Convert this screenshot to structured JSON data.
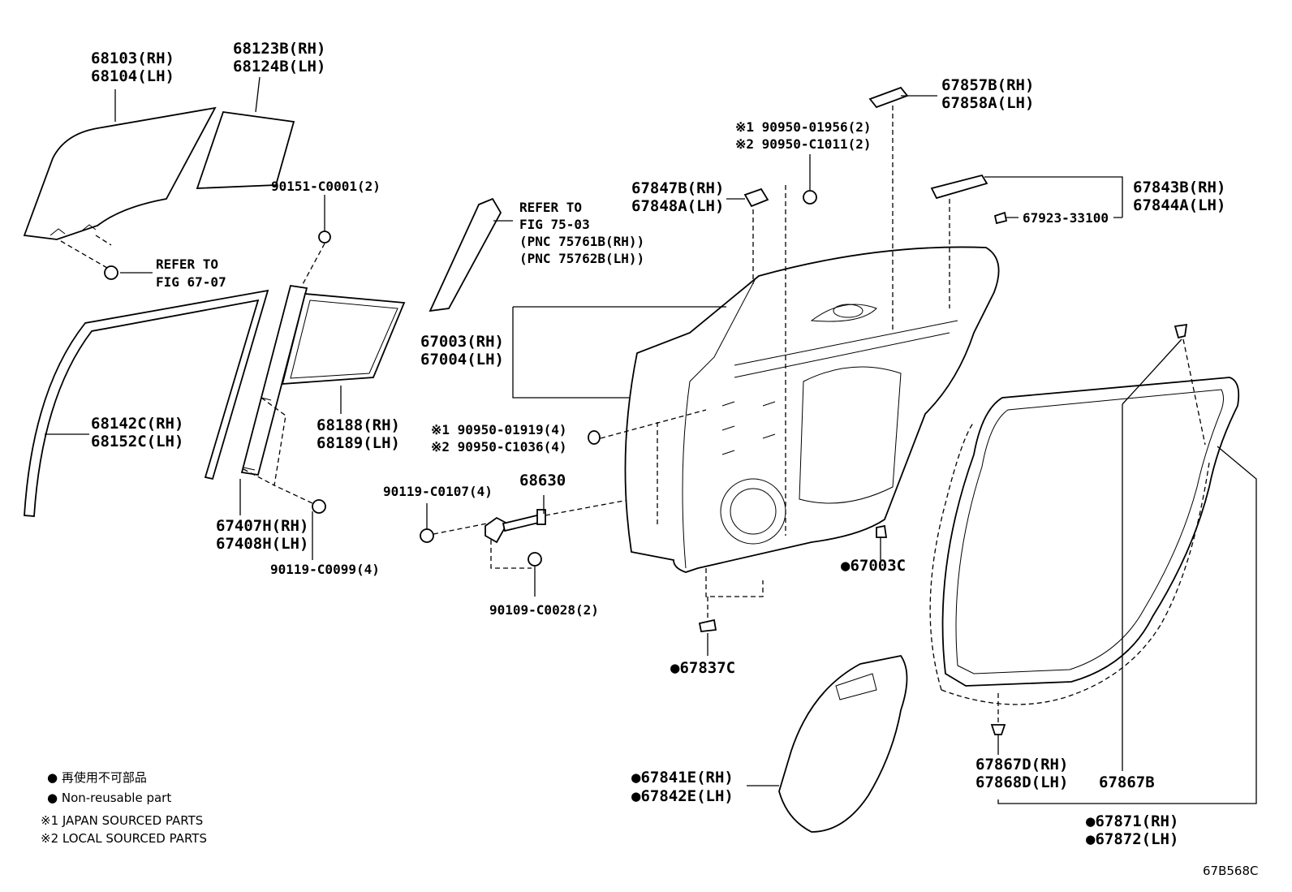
{
  "labels": {
    "l68103": [
      "68103(RH)",
      "68104(LH)"
    ],
    "l68123": [
      "68123B(RH)",
      "68124B(LH)"
    ],
    "l90151": "90151-C0001(2)",
    "lRefer6707": [
      "REFER TO",
      "FIG 67-07"
    ],
    "lRefer7503": [
      "REFER TO",
      "FIG 75-03",
      "(PNC 75761B(RH))",
      "(PNC 75762B(LH))"
    ],
    "l68142": [
      "68142C(RH)",
      "68152C(LH)"
    ],
    "l68188": [
      "68188(RH)",
      "68189(LH)"
    ],
    "l67407": [
      "67407H(RH)",
      "67408H(LH)"
    ],
    "l90119a": "90119-C0099(4)",
    "l90119b": "90119-C0107(4)",
    "l68630": "68630",
    "l90109": "90109-C0028(2)",
    "l67003": [
      "67003(RH)",
      "67004(LH)"
    ],
    "l90950a": [
      "※1 90950-01919(4)",
      "※2 90950-C1036(4)"
    ],
    "l90950b": [
      "※1 90950-01956(2)",
      "※2 90950-C1011(2)"
    ],
    "l67847": [
      "67847B(RH)",
      "67848A(LH)"
    ],
    "l67857": [
      "67857B(RH)",
      "67858A(LH)"
    ],
    "l67843": [
      "67843B(RH)",
      "67844A(LH)"
    ],
    "l67923": "67923-33100",
    "l67003C": "●67003C",
    "l67837C": "●67837C",
    "l67841": [
      "●67841E(RH)",
      "●67842E(LH)"
    ],
    "l67867D": [
      "67867D(RH)",
      "67868D(LH)"
    ],
    "l67867B": "67867B",
    "l67871": [
      "●67871(RH)",
      "●67872(LH)"
    ]
  },
  "legend": {
    "non_reusable_jp": "● 再使用不可部品",
    "non_reusable_en": "● Non-reusable part",
    "japan": "※1 JAPAN SOURCED PARTS",
    "local": "※2 LOCAL SOURCED PARTS"
  },
  "figure_code": "67B568C"
}
